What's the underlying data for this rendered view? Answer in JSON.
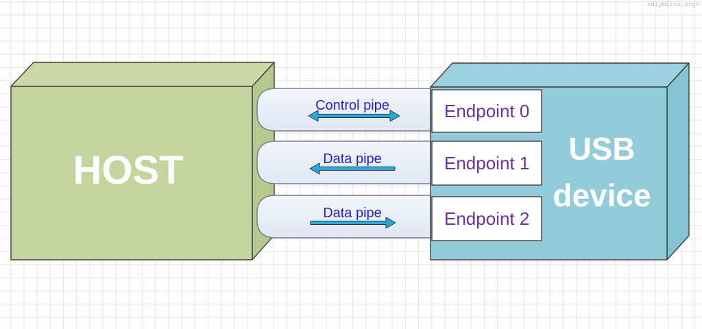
{
  "watermark": "<diymicro.org>",
  "host": {
    "label": "HOST"
  },
  "device": {
    "label_line1": "USB",
    "label_line2": "device"
  },
  "pipes": [
    {
      "label": "Control pipe",
      "direction": "both"
    },
    {
      "label": "Data pipe",
      "direction": "left"
    },
    {
      "label": "Data pipe",
      "direction": "right"
    }
  ],
  "endpoints": [
    {
      "label": "Endpoint 0"
    },
    {
      "label": "Endpoint 1"
    },
    {
      "label": "Endpoint 2"
    }
  ],
  "colors": {
    "host_front": "#c3d49c",
    "host_top": "#cbd8a6",
    "host_side": "#b7ca8e",
    "device_front": "#92cbda",
    "device_top": "#9bd0de",
    "device_side": "#83c3d3",
    "pipe_fill": "#e9eef8",
    "pipe_border": "#7d7d87",
    "pipe_label_text": "#2222cf",
    "endpoint_text": "#7030a0",
    "arrow": "#29a8da",
    "grid_line": "#e4e4eb",
    "background": "#fdfdfe"
  }
}
